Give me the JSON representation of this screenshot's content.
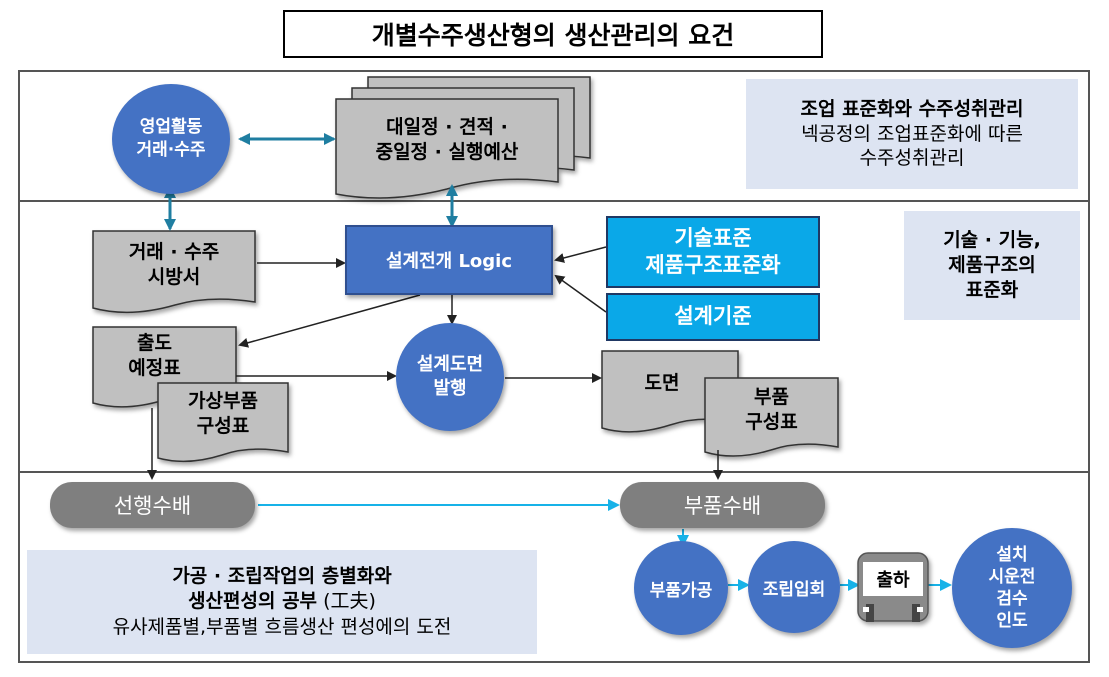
{
  "title": "개별수주생산형의 생산관리의 요건",
  "nodes": {
    "sales": [
      "영업활동",
      "거래·수주"
    ],
    "schedule": [
      "대일정 · 견적 ·",
      "중일정 · 실행예산"
    ],
    "trade_spec": [
      "거래 · 수주",
      "시방서"
    ],
    "design_logic": "설계전개 Logic",
    "tech_standard": [
      "기술표준",
      "제품구조표준화"
    ],
    "design_criteria": "설계기준",
    "release_plan": [
      "출도",
      "예정표"
    ],
    "virtual_bom": [
      "가상부품",
      "구성표"
    ],
    "drawing_issue": [
      "설계도면",
      "발행"
    ],
    "drawing": "도면",
    "parts_bom": [
      "부품",
      "구성표"
    ],
    "advance_order": "선행수배",
    "parts_order": "부품수배",
    "parts_processing": "부품가공",
    "assembly": "조립입회",
    "shipment": "출하",
    "install": [
      "설치",
      "시운전",
      "검수",
      "인도"
    ]
  },
  "info": {
    "top_right": {
      "heading": "조업 표준화와 수주성취관리",
      "body": [
        "넥공정의 조업표준화에 따른",
        "수주성취관리"
      ]
    },
    "mid_right": [
      "기술 · 기능,",
      "제품구조의",
      "표준화"
    ],
    "bottom_left": {
      "line1": "가공 · 조립작업의 층별화와",
      "line2_bold": "생산편성의 공부",
      "line2_suffix": " (工夫)",
      "line3": "유사제품별,부품별 흐름생산 편성에의 도전"
    }
  },
  "colors": {
    "circle": "#4472c4",
    "doc": "#c0c0c0",
    "pill": "#7f7f7f",
    "cyan": "#0aa8e8",
    "arrow_teal": "#1f7ea1",
    "arrow_cyan": "#17b2e8",
    "info_bg": "#dde4f2"
  }
}
